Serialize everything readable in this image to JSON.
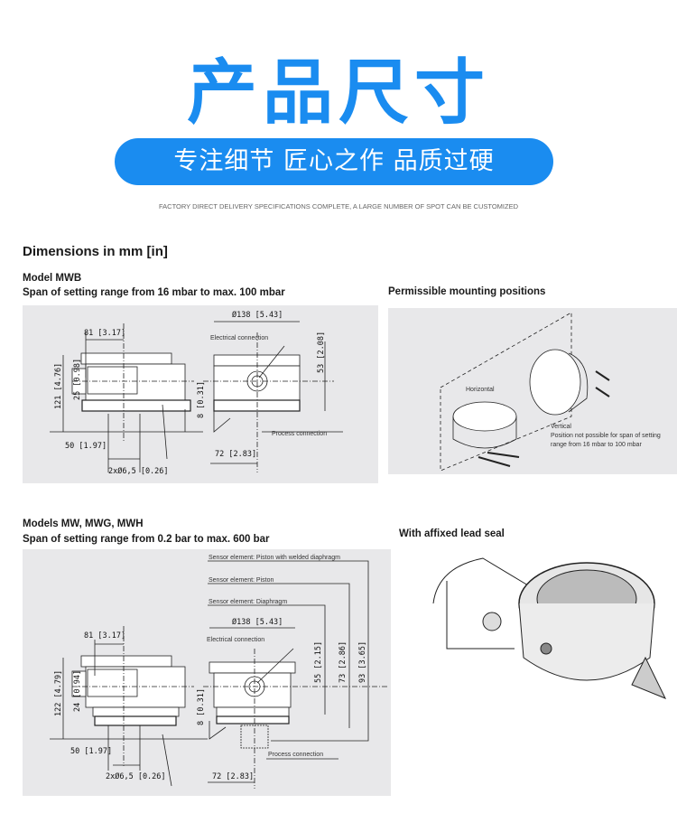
{
  "header": {
    "title": "产品尺寸",
    "tagline": "专注细节  匠心之作  品质过硬",
    "subtitle": "FACTORY DIRECT DELIVERY SPECIFICATIONS COMPLETE, A LARGE NUMBER OF SPOT CAN BE CUSTOMIZED"
  },
  "section_title": "Dimensions in mm [in]",
  "mwb": {
    "model": "Model MWB",
    "span": "Span of setting range from 16 mbar to max. 100 mbar",
    "dims": {
      "w81": "81 [3.17]",
      "h121": "121 [4.76]",
      "h25": "25 [0.98]",
      "h8": "8 [0.31]",
      "w50": "50 [1.97]",
      "hole": "2xØ6,5 [0.26]",
      "d138": "Ø138 [5.43]",
      "h53": "53 [2.08]",
      "w72": "72 [2.83]"
    },
    "labels": {
      "electrical": "Electrical connection",
      "process": "Process connection"
    }
  },
  "mounting": {
    "title": "Permissible mounting positions",
    "horizontal": "Horizontal",
    "vertical": "Vertical",
    "note1": "Position not possible for span of setting",
    "note2": "range from 16 mbar to 100 mbar"
  },
  "mw": {
    "model": "Models MW, MWG, MWH",
    "span": "Span of setting range from 0.2 bar to max. 600 bar",
    "dims": {
      "w81": "81 [3.17]",
      "h122": "122 [4.79]",
      "h24": "24 [0.94]",
      "h8": "8 [0.31]",
      "w50": "50 [1.97]",
      "hole": "2xØ6,5 [0.26]",
      "d138": "Ø138 [5.43]",
      "h55": "55 [2.15]",
      "h73": "73 [2.86]",
      "h93": "93 [3.65]",
      "w72": "72 [2.83]"
    },
    "labels": {
      "sensor1": "Sensor element: Piston with welded diaphragm",
      "sensor2": "Sensor element: Piston",
      "sensor3": "Sensor element: Diaphragm",
      "electrical": "Electrical connection",
      "process": "Process connection"
    }
  },
  "seal": {
    "title": "With affixed lead seal"
  }
}
